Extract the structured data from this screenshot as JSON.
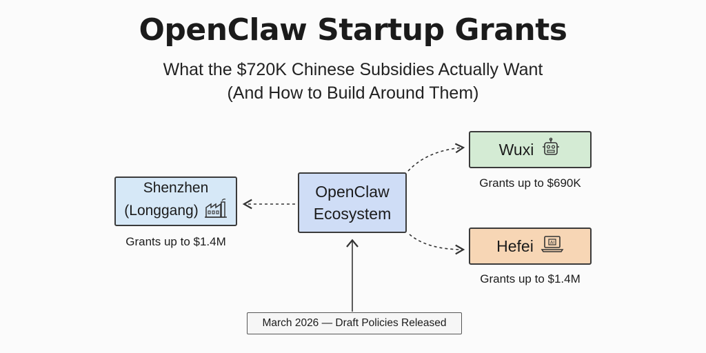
{
  "header": {
    "title": "OpenClaw Startup Grants",
    "subtitle_line1": "What the $720K Chinese Subsidies Actually Want",
    "subtitle_line2": "(And How to Build Around Them)"
  },
  "nodes": {
    "center": {
      "line1": "OpenClaw",
      "line2": "Ecosystem",
      "color": "#cfddf6"
    },
    "shenzhen": {
      "line1": "Shenzhen",
      "line2": "(Longgang)",
      "icon": "factory-icon",
      "caption": "Grants up to $1.4M",
      "color": "#d6e8f7"
    },
    "wuxi": {
      "label": "Wuxi",
      "icon": "robot-icon",
      "caption": "Grants up to $690K",
      "color": "#d4ebd4"
    },
    "hefei": {
      "label": "Hefei",
      "icon": "ai-laptop-icon",
      "icon_text": "AI",
      "caption": "Grants up to $1.4M",
      "color": "#f7d6b5"
    }
  },
  "timeline": {
    "label": "March 2026 — Draft Policies Released"
  }
}
